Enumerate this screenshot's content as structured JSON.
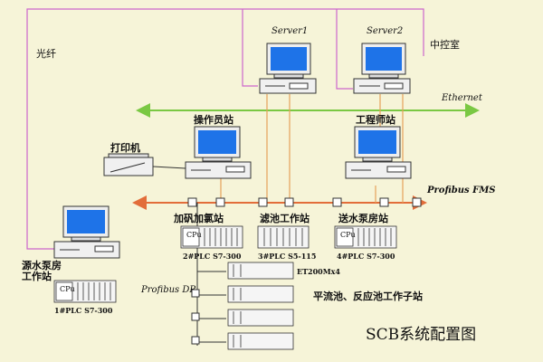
{
  "diagram": {
    "title": "SCB系统配置图",
    "fiber_label": "光纤",
    "control_room_label": "中控室",
    "server1_label": "Server1",
    "server2_label": "Server2",
    "ethernet_label": "Ethernet",
    "operator_station_label": "操作员站",
    "engineer_station_label": "工程师站",
    "printer_label": "打印机",
    "profibus_fms_label": "Profibus FMS",
    "profibus_dp_label": "Profibus DP",
    "dosing_station_label": "加矾加氯站",
    "filter_station_label": "滤池工作站",
    "water_pump_station_label": "送水泵房站",
    "intake_pump_station_label_line1": "源水泵房",
    "intake_pump_station_label_line2": "工作站",
    "plc2_label": "2#PLC S7-300",
    "plc3_label": "3#PLC S5-115",
    "plc4_label": "4#PLC S7-300",
    "plc1_label": "1#PLC S7-300",
    "et200_label": "ET200Mx4",
    "substations_label": "平流池、反应池工作子站",
    "cpu_label": "CPu",
    "colors": {
      "background": "#f6f4d8",
      "fiber_line": "#cc66cc",
      "ethernet_line": "#7ac843",
      "profibus_fms_line": "#e26d3a",
      "drop_lines": "#e6a15a",
      "monitor_screen": "#1e73e8",
      "device_frame": "#333333"
    }
  }
}
